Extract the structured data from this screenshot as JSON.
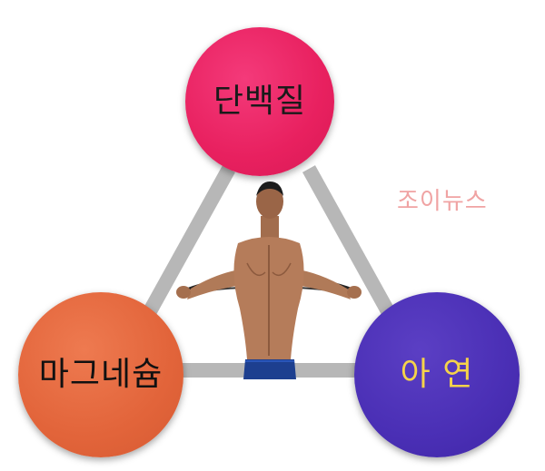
{
  "diagram": {
    "nodes": {
      "top": {
        "label": "단백질",
        "color": "#e8205f"
      },
      "left": {
        "label": "마그네슘",
        "color": "#e2643a"
      },
      "right": {
        "label": "아 연",
        "color": "#4a2fb5"
      }
    },
    "connector_color": "#b7b7b7",
    "center_image": "man-exercising-with-resistance-band-back-view"
  },
  "watermark": {
    "text": "조이뉴스"
  }
}
